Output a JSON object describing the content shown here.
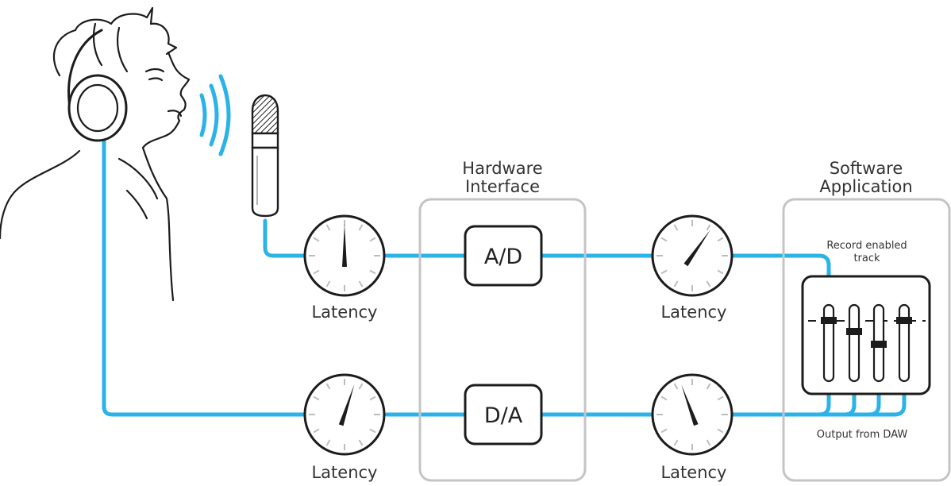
{
  "colors": {
    "signal": "#2bb3e8",
    "ink": "#1c1c1c",
    "panel": "#c4c4c4"
  },
  "icons": [
    "singer-with-headphones-icon",
    "sound-waves-icon",
    "microphone-icon",
    "latency-clock-icon",
    "fader-icon"
  ],
  "labels": {
    "hardware_interface": [
      "Hardware",
      "Interface"
    ],
    "software_application": [
      "Software",
      "Application"
    ],
    "ad": "A/D",
    "da": "D/A",
    "record_enabled_track": [
      "Record enabled",
      "track"
    ],
    "output_from_daw": "Output from DAW",
    "latency": "Latency"
  }
}
